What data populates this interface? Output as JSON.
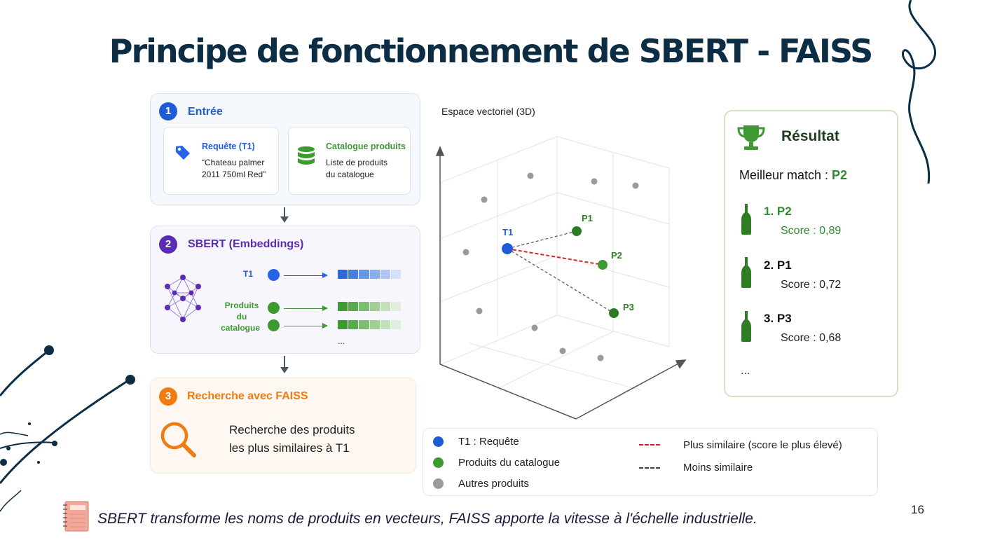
{
  "title": "Principe de fonctionnement de SBERT - FAISS",
  "colors": {
    "blue": "#1f5bd6",
    "purple": "#5b2bb5",
    "orange": "#f07c11",
    "green": "#3d9a30",
    "green_dark": "#2e7d24",
    "grey": "#9a9a9a",
    "red": "#d62828",
    "navy": "#0c2d44"
  },
  "step1": {
    "number": "1",
    "title": "Entrée",
    "request": {
      "icon": "tag-icon",
      "title": "Requête (T1)",
      "line1": "“Chateau palmer",
      "line2": "2011 750ml Red”"
    },
    "catalog": {
      "icon": "database-icon",
      "title": "Catalogue produits",
      "line1": "Liste de produits",
      "line2": "du catalogue"
    }
  },
  "step2": {
    "number": "2",
    "title": "SBERT (Embeddings)",
    "icon": "neural-network-icon",
    "t1_label": "T1",
    "catalog_label_1": "Produits",
    "catalog_label_2": "du",
    "catalog_label_3": "catalogue",
    "ellipsis": "..."
  },
  "step3": {
    "number": "3",
    "title": "Recherche avec FAISS",
    "icon": "magnifier-icon",
    "line1": "Recherche des produits",
    "line2": "les plus similaires à T1"
  },
  "vector_space": {
    "title": "Espace vectoriel (3D)",
    "labels": {
      "t1": "T1",
      "p1": "P1",
      "p2": "P2",
      "p3": "P3"
    }
  },
  "result": {
    "icon": "trophy-icon",
    "title": "Résultat",
    "best_prefix": "Meilleur match : ",
    "best_value": "P2",
    "items": [
      {
        "rank": "1.",
        "name": "P2",
        "score": "Score : 0,89",
        "icon": "wine-bottle-icon"
      },
      {
        "rank": "2.",
        "name": "P1",
        "score": "Score : 0,72",
        "icon": "wine-bottle-icon"
      },
      {
        "rank": "3.",
        "name": "P3",
        "score": "Score : 0,68",
        "icon": "wine-bottle-icon"
      }
    ],
    "ellipsis": "..."
  },
  "legend": {
    "query": "T1 : Requête",
    "catalog": "Produits du catalogue",
    "others": "Autres produits",
    "most_similar": "Plus similaire (score le plus élevé)",
    "less_similar": "Moins similaire"
  },
  "caption": "SBERT transforme les noms de produits en vecteurs, FAISS apporte la vitesse à l'échelle industrielle.",
  "page_number": "16"
}
